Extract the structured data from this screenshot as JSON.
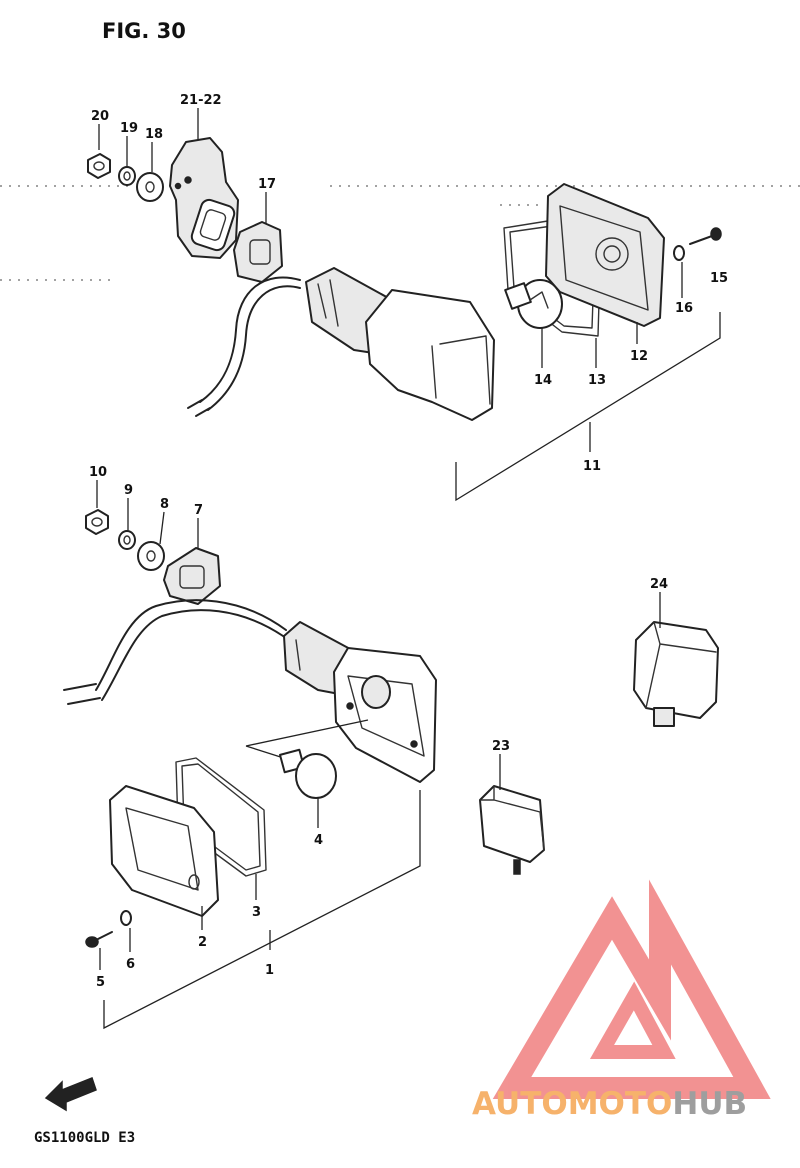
{
  "figure": {
    "title": "FIG. 30"
  },
  "model": {
    "label": "GS1100GLD E3"
  },
  "callouts": {
    "p1": "1",
    "p2": "2",
    "p3": "3",
    "p4": "4",
    "p5": "5",
    "p6": "6",
    "p7": "7",
    "p8": "8",
    "p9": "9",
    "p10": "10",
    "p11": "11",
    "p12": "12",
    "p13": "13",
    "p14": "14",
    "p15": "15",
    "p16": "16",
    "p17": "17",
    "p18": "18",
    "p19": "19",
    "p20": "20",
    "p21_22": "21-22",
    "p23": "23",
    "p24": "24"
  },
  "watermark": {
    "text_part1": "AUTOMOTO",
    "text_part2": "HUB",
    "color_part1": "#f6b26b",
    "color_part2": "#9e9e9e",
    "logo_color": "#f08080"
  },
  "icons": {
    "front_arrow": "front-arrow-icon"
  }
}
